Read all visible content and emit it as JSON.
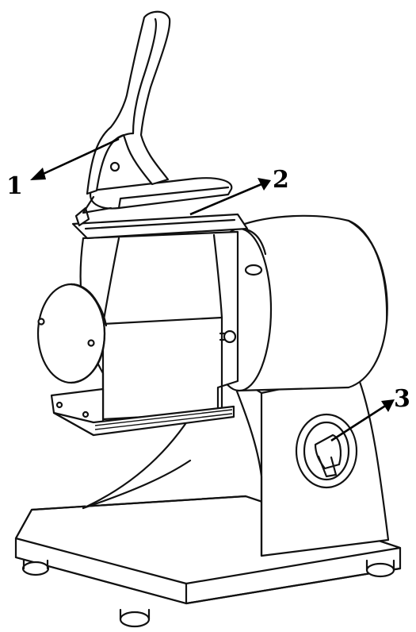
{
  "callouts": [
    {
      "label": "1"
    },
    {
      "label": "2"
    },
    {
      "label": "3"
    }
  ],
  "icons": {
    "machine": "cheese-grater-machine-illustration"
  },
  "colors": {
    "line": "#111111",
    "background": "#ffffff"
  }
}
